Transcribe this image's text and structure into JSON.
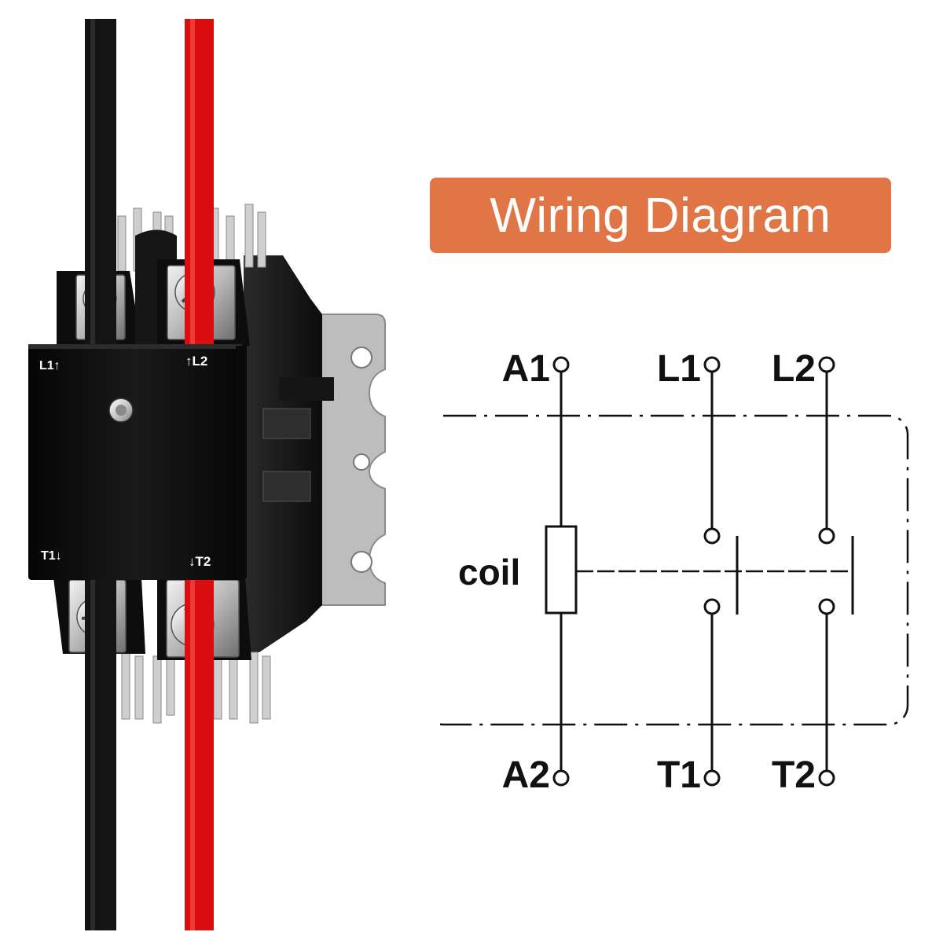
{
  "banner": {
    "title": "Wiring Diagram"
  },
  "diagram": {
    "coil_label": "coil",
    "terminals_top": [
      "A1",
      "L1",
      "L2"
    ],
    "terminals_bottom": [
      "A2",
      "T1",
      "T2"
    ]
  },
  "product": {
    "labels": {
      "l1": "L1↑",
      "l2": "↑L2",
      "t1": "T1↓",
      "t2": "↓T2"
    }
  },
  "colors": {
    "banner": "#E07646",
    "wire_black": "#141414",
    "wire_red": "#D90F0F",
    "contactor_body": "#111111",
    "bracket": "#B9B9B9"
  }
}
